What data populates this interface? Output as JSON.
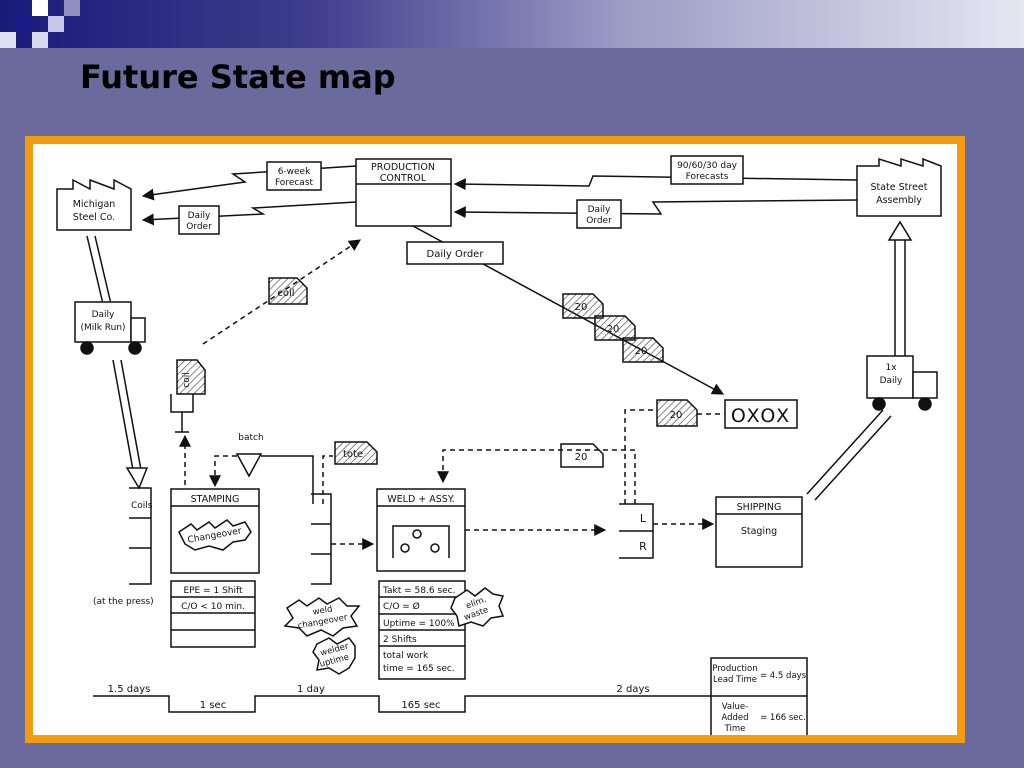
{
  "slide": {
    "title": "Future State map"
  },
  "map": {
    "supplier": {
      "line1": "Michigan",
      "line2": "Steel Co."
    },
    "customer": {
      "line1": "State Street",
      "line2": "Assembly"
    },
    "production_control": {
      "line1": "PRODUCTION",
      "line2": "CONTROL"
    },
    "info": {
      "forecast_supplier": {
        "line1": "6-week",
        "line2": "Forecast"
      },
      "order_supplier": {
        "line1": "Daily",
        "line2": "Order"
      },
      "forecast_customer": {
        "line1": "90/60/30 day",
        "line2": "Forecasts"
      },
      "order_customer": {
        "line1": "Daily",
        "line2": "Order"
      },
      "daily_order_box": "Daily Order"
    },
    "truck_in": {
      "line1": "Daily",
      "line2": "(Milk Run)"
    },
    "truck_out": {
      "line1": "1x",
      "line2": "Daily"
    },
    "kanbans": {
      "coil": "coil",
      "tote": "tote",
      "withdrawal": "20",
      "signal": [
        "20",
        "20",
        "20"
      ],
      "weld_signal": "20",
      "batch": "batch"
    },
    "load_leveling": "OXOX",
    "inventory": {
      "coils_label": "Coils",
      "at_press": "(at the press)"
    },
    "processes": {
      "stamping": {
        "name": "STAMPING",
        "kaizen": "Changeover",
        "data": [
          "EPE = 1 Shift",
          "C/O < 10 min.",
          "",
          ""
        ]
      },
      "weld": {
        "name": "WELD + ASSY.",
        "data": [
          "Takt = 58.6 sec.",
          "C/O = Ø",
          "Uptime = 100%",
          "2 Shifts",
          "total work",
          "time = 165 sec."
        ]
      },
      "shipping": {
        "name": "SHIPPING",
        "sub": "Staging"
      }
    },
    "supermarket": {
      "top": "L",
      "bottom": "R"
    },
    "kaizen": {
      "weld_changeover": [
        "weld",
        "changeover"
      ],
      "welder_uptime": [
        "welder",
        "uptime"
      ],
      "elim_waste": [
        "elim.",
        "waste"
      ]
    },
    "timeline": {
      "lead": [
        "1.5 days",
        "1 day",
        "2 days"
      ],
      "process": [
        "1 sec",
        "165 sec"
      ]
    },
    "summary": {
      "plt_label": [
        "Production",
        "Lead Time"
      ],
      "plt_value": "= 4.5 days",
      "va_label": [
        "Value-",
        "Added",
        "Time"
      ],
      "va_value": "= 166 sec."
    },
    "colors": {
      "background": "#6a6a9c",
      "frame": "#f39c12",
      "banner_dark": "#1a1a7a"
    }
  }
}
